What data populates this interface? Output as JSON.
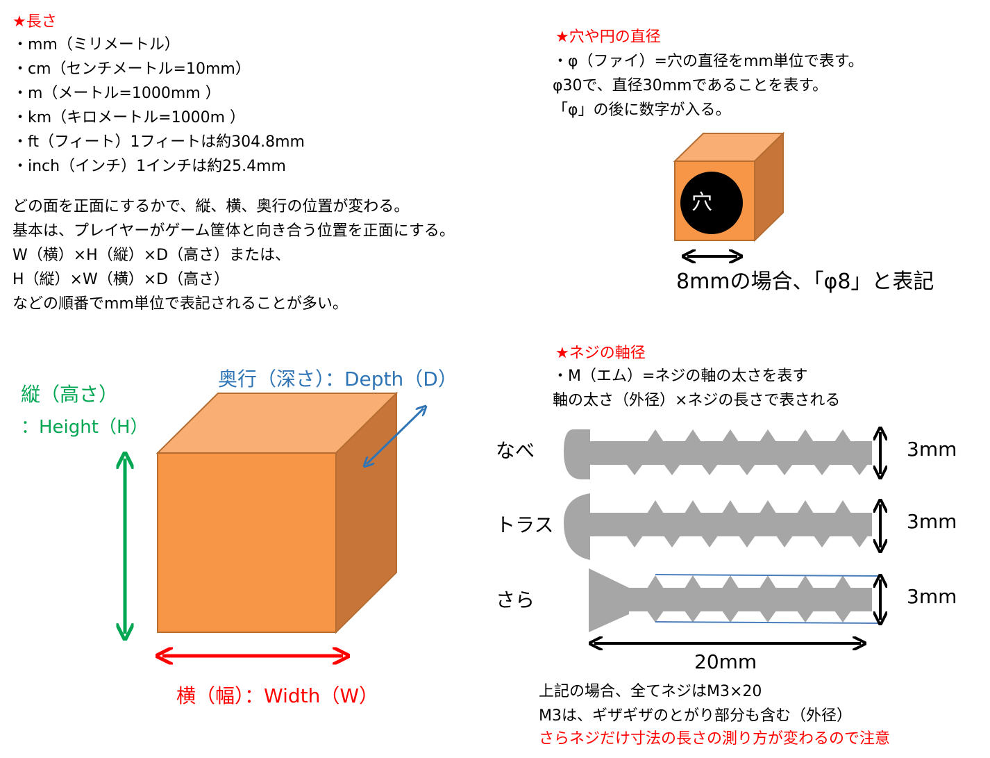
{
  "length": {
    "heading": "★長さ",
    "units": [
      "・mm（ミリメートル）",
      "・cm（センチメートル=10mm）",
      "・m（メートル=1000mm ）",
      "・km（キロメートル=1000m ）",
      "・ft（フィート）1フィートは約304.8mm",
      "・inch（インチ）1インチは約25.4mm"
    ],
    "notes": [
      "どの面を正面にするかで、縦、横、奥行の位置が変わる。",
      "基本は、プレイヤーがゲーム筐体と向き合う位置を正面にする。",
      "W（横）×H（縦）×D（高さ）または、",
      "H（縦）×W（横）×D（高さ）",
      "などの順番でmm単位で表記されることが多い。"
    ]
  },
  "hole": {
    "heading": "★穴や円の直径",
    "lines": [
      "・φ（ファイ）=穴の直径をmm単位で表す。",
      "φ30で、直径30mmであることを表す。",
      "「φ」の後に数字が入る。"
    ],
    "hole_label": "穴",
    "caption": "8mmの場合、「φ8」と表記"
  },
  "cube": {
    "height_label_1": "縦（高さ）",
    "height_label_2": "：Height（H）",
    "depth_label": "奥行（深さ）：Depth（D）",
    "width_label": "横（幅）：Width（W）",
    "colors": {
      "front": "#f79646",
      "top": "#f9ae74",
      "side": "#c8753a",
      "edge": "#b66d31"
    }
  },
  "screw": {
    "heading": "★ネジの軸径",
    "lines": [
      "・M（エム）=ネジの軸の太さを表す",
      "軸の太さ（外径）×ネジの長さで表される"
    ],
    "types": [
      {
        "name": "なべ",
        "size": "3mm"
      },
      {
        "name": "トラス",
        "size": "3mm"
      },
      {
        "name": "さら",
        "size": "3mm"
      }
    ],
    "length_label": "20mm",
    "footer": [
      "上記の場合、全てネジはM3×20",
      "M3は、ギザギザのとがり部分も含む（外径）"
    ],
    "warning": "さらネジだけ寸法の長さの測り方が変わるので注意"
  },
  "colors": {
    "red": "#ff0000",
    "green": "#00a651",
    "blue": "#2f75b5",
    "screw_gray": "#a6a6a6"
  }
}
